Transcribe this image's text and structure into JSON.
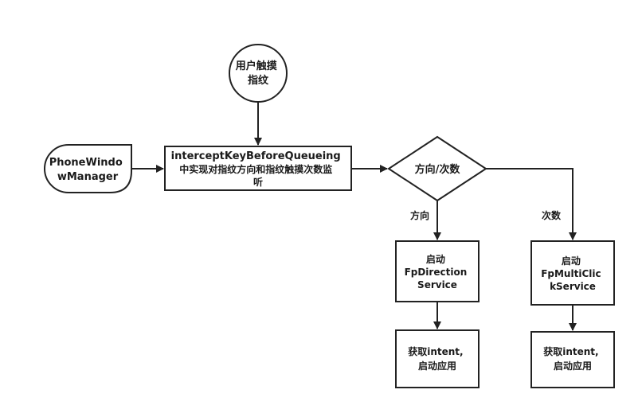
{
  "nodes": {
    "start": {
      "lines": [
        "用户触摸",
        "指纹"
      ]
    },
    "source": {
      "lines": [
        "PhoneWindo",
        "wManager"
      ]
    },
    "process": {
      "lines": [
        "interceptKeyBeforeQueueing",
        "中实现对指纹方向和指纹触摸次数监",
        "听"
      ]
    },
    "decision": {
      "lines": [
        "方向/次数"
      ]
    },
    "direction_service": {
      "lines": [
        "启动",
        "FpDirection",
        "Service"
      ]
    },
    "multiclick_service": {
      "lines": [
        "启动",
        "FpMultiClic",
        "kService"
      ]
    },
    "direction_result": {
      "lines": [
        "获取intent,",
        "启动应用"
      ]
    },
    "multiclick_result": {
      "lines": [
        "获取intent,",
        "启动应用"
      ]
    }
  },
  "edges": {
    "direction_label": "方向",
    "count_label": "次数"
  },
  "colors": {
    "stroke": "#222222",
    "text": "#1a1a1a",
    "background": "#ffffff"
  }
}
